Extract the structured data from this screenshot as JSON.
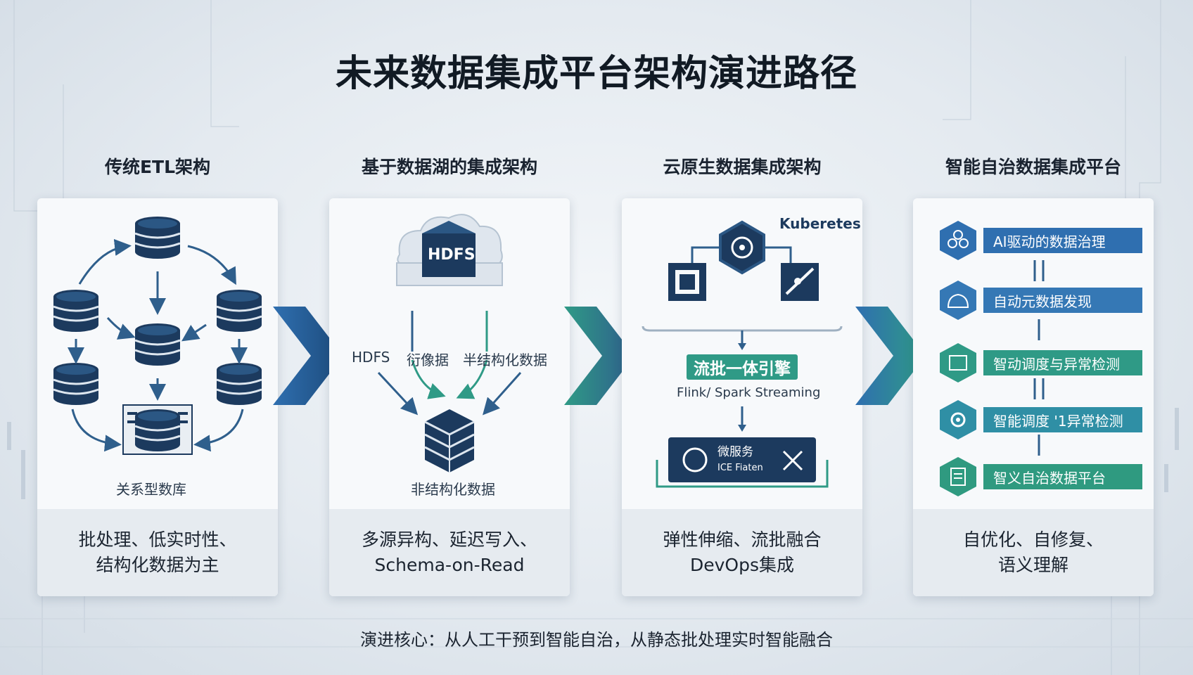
{
  "title": "未来数据集成平台架构演进路径",
  "columns": [
    {
      "title": "传统ETL架构",
      "diagram_label": "关系型数库",
      "summary": [
        "批处理、低实时性、",
        "结构化数据为主"
      ]
    },
    {
      "title": "基于数据湖的集成架构",
      "storage_label": "HDFS",
      "sources": [
        "HDFS",
        "衍像据",
        "半结构化数据"
      ],
      "diagram_label": "非结构化数据",
      "summary": [
        "多源异构、延迟写入、",
        "Schema-on-Read"
      ]
    },
    {
      "title": "云原生数据集成架构",
      "platform_label": "Kuberetes",
      "engine_label": "流批一体引擎",
      "engine_sub": "Flink/   Spark Streaming",
      "service_label": "微服务",
      "service_sub": "ICE Fiaten",
      "summary": [
        "弹性伸缩、流批融合",
        "DevOps集成"
      ]
    },
    {
      "title": "智能自治数据集成平台",
      "steps": [
        {
          "label": "AI驱动的数据治理",
          "color": "#2f6fb0"
        },
        {
          "label": "自动元数据发现",
          "color": "#3578b5"
        },
        {
          "label": "智动调度与异常检测",
          "color": "#2f9a86"
        },
        {
          "label": "智能调度 '1异常检测",
          "color": "#2f8fa5"
        },
        {
          "label": "智义自治数据平台",
          "color": "#2f9a80"
        }
      ],
      "summary": [
        "自优化、自修复、",
        "语义理解"
      ]
    }
  ],
  "footer": "演进核心：从人工干预到智能自治，从静态批处理实时智能融合",
  "colors": {
    "navy": "#1c3a5e",
    "teal": "#2f9a86",
    "blue": "#2f6fb0"
  }
}
